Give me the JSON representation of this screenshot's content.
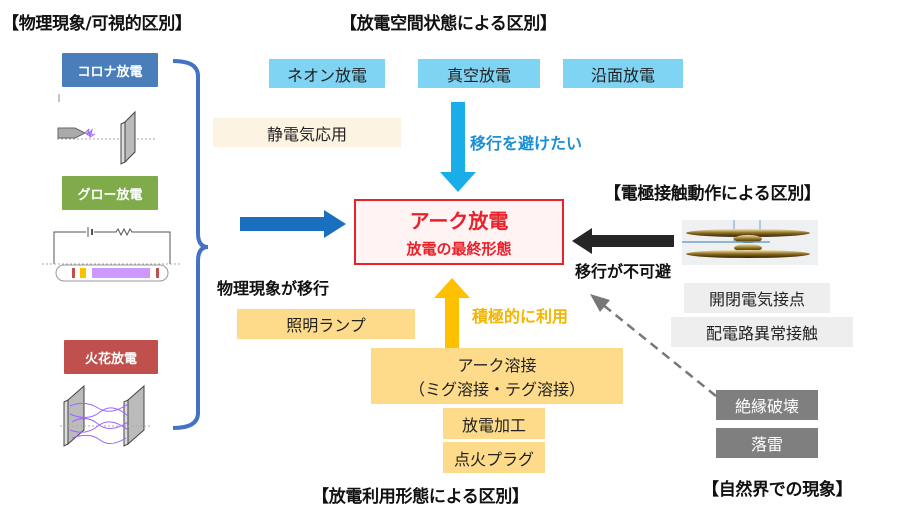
{
  "headings": {
    "physical": "【物理現象/可視的区別】",
    "space_state": "【放電空間状態による区別】",
    "electrode_contact": "【電極接触動作による区別】",
    "usage_form": "【放電利用形態による区別】",
    "nature": "【自然界での現象】"
  },
  "physical_tags": [
    {
      "label": "コロナ放電",
      "color": "#4a7ebb"
    },
    {
      "label": "グロー放電",
      "color": "#7fab4b"
    },
    {
      "label": "火花放電",
      "color": "#c0504d"
    }
  ],
  "space_boxes": [
    "ネオン放電",
    "真空放電",
    "沿面放電"
  ],
  "applications": {
    "static": "静電気応用",
    "lamp": "照明ランプ"
  },
  "center": {
    "title": "アーク放電",
    "subtitle": "放電の最終形態"
  },
  "arrow_labels": {
    "avoid": "移行を避けたい",
    "physical_shift": "物理現象が移行",
    "use_actively": "積極的に利用",
    "unavoidable": "移行が不可避"
  },
  "contact_boxes": [
    "開閉電気接点",
    "配電路異常接触"
  ],
  "usage_boxes": {
    "welding_line1": "アーク溶接",
    "welding_line2": "（ミグ溶接・テグ溶接）",
    "edm": "放電加工",
    "spark_plug": "点火プラグ"
  },
  "nature_boxes": [
    "絶縁破壊",
    "落雷"
  ],
  "colors": {
    "accent_red": "#e8212b",
    "arrow_blue": "#1a6fbf",
    "arrow_sky": "#1aaee8",
    "arrow_yellow": "#ffc000",
    "arrow_dark": "#262626",
    "label_sky": "#1a8fd6",
    "label_yellow": "#f5b400",
    "brace_blue": "#4472c4"
  }
}
